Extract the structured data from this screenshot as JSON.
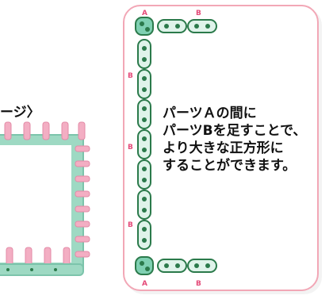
{
  "left": {
    "heading_fragment": "ージ〉"
  },
  "callout": {
    "description_lines": [
      "パーツＡの間に",
      "パーツBを足すことで、",
      "より大きな正方形に",
      "することができます。"
    ],
    "part_labels": {
      "a": "A",
      "b": "B"
    }
  },
  "colors": {
    "mint": "#7fd0b2",
    "mint_light": "#dff3ea",
    "dark_green": "#2b7a4b",
    "pink": "#f2a7b6",
    "pink_label": "#e44b79"
  }
}
